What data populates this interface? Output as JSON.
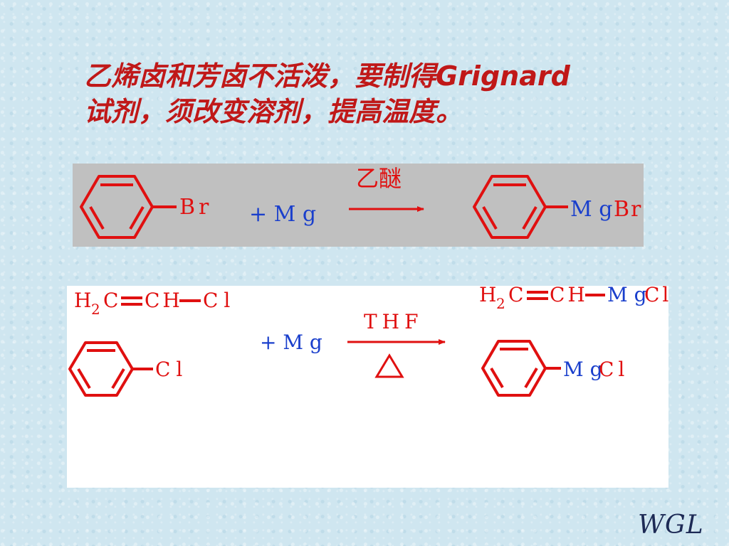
{
  "title": {
    "line1": "乙烯卤和芳卤不活泼，要制得Grignard",
    "line2": "试剂，须改变溶剂，提高温度。"
  },
  "reaction1": {
    "reactant_substituent": "Br",
    "plus_reagent": "+ M g",
    "condition": "乙醚",
    "product_metal": "M g",
    "product_halogen": "Br"
  },
  "reaction2": {
    "vinyl_reactant": {
      "h2": "H",
      "sub2": "2",
      "c": "C",
      "ch": "CH",
      "cl": "Cl"
    },
    "aryl_reactant_substituent": "Cl",
    "plus_reagent": "+ M g",
    "condition": "THF",
    "vinyl_product": {
      "h2": "H",
      "sub2": "2",
      "c": "C",
      "ch": "CH",
      "mg": "M g",
      "cl": "Cl"
    },
    "aryl_product_metal": "M g",
    "aryl_product_halogen": "Cl"
  },
  "watermark": "WGL",
  "colors": {
    "red": "#e01010",
    "blue": "#1a3fcc",
    "top_panel": "#c0c0c0",
    "bottom_panel": "#ffffff",
    "background": "#cfe6f0"
  },
  "icons": {
    "heating": "triangle-delta-icon",
    "arrow": "right-arrow-icon"
  }
}
